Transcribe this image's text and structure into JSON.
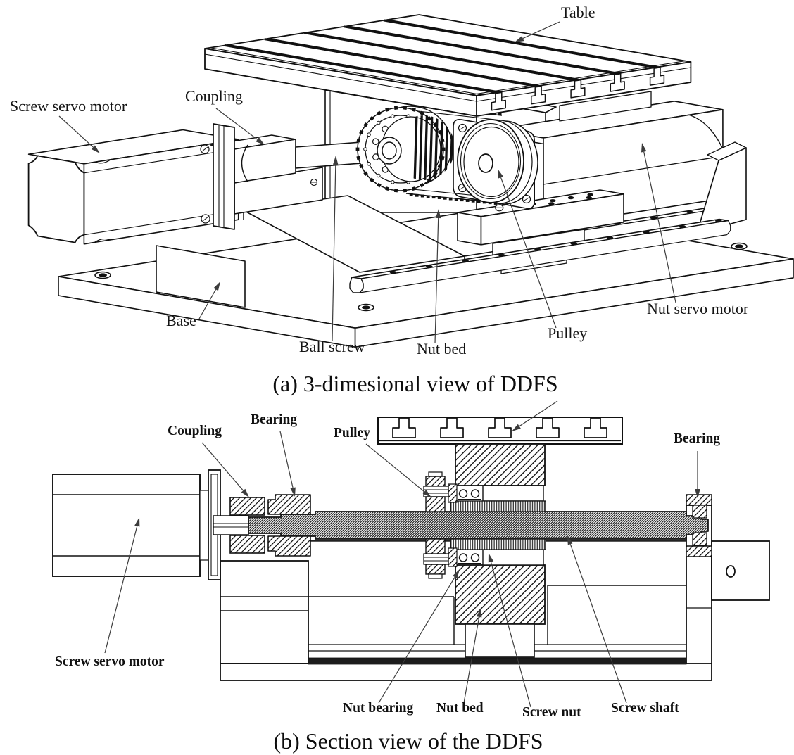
{
  "document": {
    "type": "engineering-figure",
    "subject": "DDFS (dual-drive feed system) mechanical drawings"
  },
  "figure_a": {
    "caption": "(a) 3-dimesional view of DDFS",
    "labels": {
      "table": "Table",
      "coupling": "Coupling",
      "screw_servo_motor": "Screw servo motor",
      "base": "Base",
      "ball_screw": "Ball screw",
      "nut_bed": "Nut bed",
      "pulley": "Pulley",
      "nut_servo_motor": "Nut servo motor"
    }
  },
  "figure_b": {
    "caption": "(b) Section view of the DDFS",
    "labels": {
      "coupling": "Coupling",
      "bearing_left": "Bearing",
      "pulley": "Pulley",
      "bearing_right": "Bearing",
      "screw_servo_motor": "Screw servo motor",
      "nut_bearing": "Nut bearing",
      "nut_bed": "Nut bed",
      "screw_nut": "Screw nut",
      "screw_shaft": "Screw shaft"
    }
  },
  "colors": {
    "line": "#111111",
    "background": "#ffffff",
    "leader": "#3c3c3c"
  }
}
